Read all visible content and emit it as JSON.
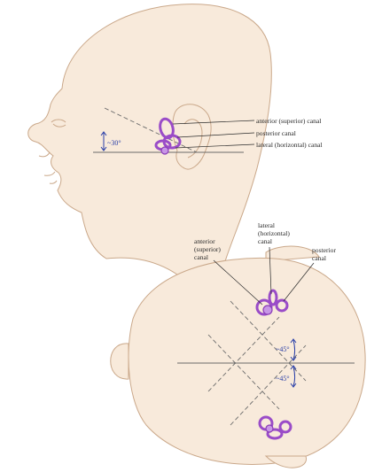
{
  "side_view": {
    "labels": {
      "anterior": "anterior (superior) canal",
      "posterior": "posterior canal",
      "lateral": "lateral (horizontal) canal"
    },
    "angle": "~30°"
  },
  "top_view": {
    "labels": {
      "anterior_line1": "anterior",
      "anterior_line2": "(superior)",
      "anterior_line3": "canal",
      "lateral_line1": "lateral",
      "lateral_line2": "(horizontal)",
      "lateral_line3": "canal",
      "posterior_line1": "posterior",
      "posterior_line2": "canal"
    },
    "angle_upper": "~45°",
    "angle_lower": "~45°"
  },
  "colors": {
    "skin": "#f8eadb",
    "outline": "#caa88a",
    "canal": "#c896e6",
    "angle_annotation": "#2a3fa8"
  }
}
